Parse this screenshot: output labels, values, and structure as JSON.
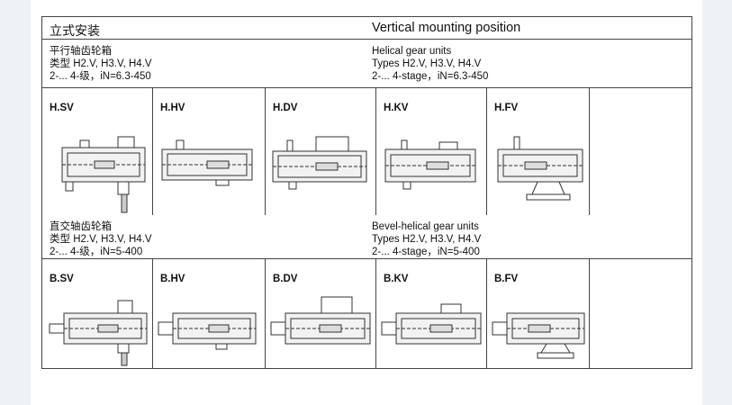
{
  "header": {
    "title_zh": "立式安装",
    "title_en": "Vertical mounting position"
  },
  "helical": {
    "zh": [
      "平行轴齿轮箱",
      "类型 H2.V, H3.V, H4.V",
      "2-... 4-级，iN=6.3-450"
    ],
    "en": [
      "Helical gear units",
      "Types H2.V, H3.V, H4.V",
      "2-... 4-stage，iN=6.3-450"
    ],
    "cells": [
      "H.SV",
      "H.HV",
      "H.DV",
      "H.KV",
      "H.FV"
    ]
  },
  "bevel": {
    "zh": [
      "直交轴齿轮箱",
      "类型 H2.V, H3.V, H4.V",
      "2-... 4-级，iN=5-400"
    ],
    "en": [
      "Bevel-helical gear units",
      "Types H2.V, H3.V, H4.V",
      "2-... 4-stage，iN=5-400"
    ],
    "cells": [
      "B.SV",
      "B.HV",
      "B.DV",
      "B.KV",
      "B.FV"
    ]
  }
}
